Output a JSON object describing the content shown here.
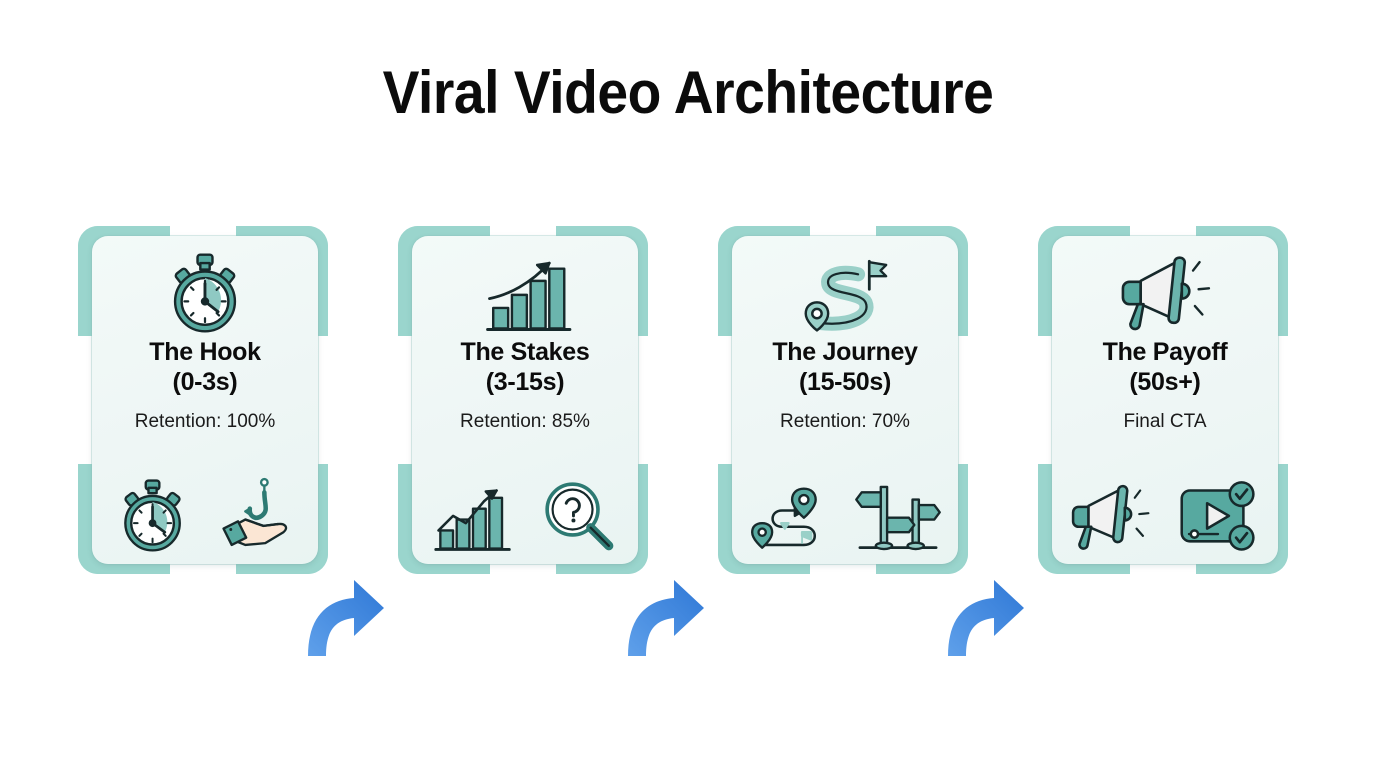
{
  "title": "Viral Video Architecture",
  "theme": {
    "background": "#ffffff",
    "frame_teal": "#9ad5cd",
    "card_bg": "#eef6f5",
    "icon_teal": "#57a9a0",
    "icon_teal_light": "#9ad0c8",
    "icon_outline": "#1a2a2a",
    "arrow_blue": "#3f84dd",
    "title_color": "#0b0b0b"
  },
  "stages": [
    {
      "id": "hook",
      "title_line1": "The Hook",
      "title_line2": "(0-3s)",
      "meta": "Retention: 100%",
      "retention": 100,
      "time_range": "0-3s",
      "hero_icon": "stopwatch-icon",
      "bottom_icons": [
        "stopwatch-icon",
        "hook-in-hand-icon"
      ]
    },
    {
      "id": "stakes",
      "title_line1": "The Stakes",
      "title_line2": "(3-15s)",
      "meta": "Retention: 85%",
      "retention": 85,
      "time_range": "3-15s",
      "hero_icon": "growth-bar-chart-icon",
      "bottom_icons": [
        "growth-bar-chart-icon",
        "magnifier-question-icon"
      ]
    },
    {
      "id": "journey",
      "title_line1": "The Journey",
      "title_line2": "(15-50s)",
      "meta": "Retention: 70%",
      "retention": 70,
      "time_range": "15-50s",
      "hero_icon": "winding-road-flag-icon",
      "bottom_icons": [
        "route-pin-icon",
        "signpost-icon"
      ]
    },
    {
      "id": "payoff",
      "title_line1": "The Payoff",
      "title_line2": "(50s+)",
      "meta": "Final CTA",
      "retention": null,
      "time_range": "50s+",
      "hero_icon": "megaphone-icon",
      "bottom_icons": [
        "megaphone-icon",
        "video-player-check-icon"
      ]
    }
  ],
  "connectors": [
    {
      "id": "arrow-1",
      "from": "hook",
      "to": "stakes",
      "icon": "curved-arrow-right-icon"
    },
    {
      "id": "arrow-2",
      "from": "stakes",
      "to": "journey",
      "icon": "curved-arrow-right-icon"
    },
    {
      "id": "arrow-3",
      "from": "journey",
      "to": "payoff",
      "icon": "curved-arrow-right-icon"
    }
  ]
}
